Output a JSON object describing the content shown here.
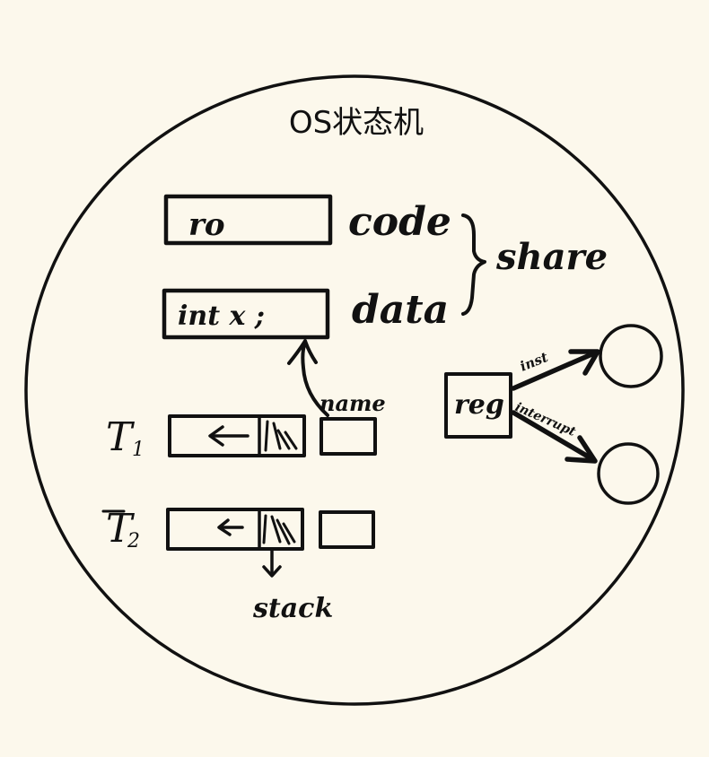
{
  "diagram": {
    "title": "OS状态机",
    "memory": {
      "code_box_text": "ro",
      "code_label": "code",
      "data_box_text": "int x ;",
      "data_label": "data",
      "share_label": "share"
    },
    "threads": {
      "t1_label": "T",
      "t1_sub": "1",
      "t2_label": "T",
      "t2_sub": "2",
      "name_label": "name",
      "stack_label": "stack"
    },
    "cpu": {
      "reg_label": "reg",
      "inst_label": "inst",
      "interrupt_label": "interrupt"
    }
  }
}
